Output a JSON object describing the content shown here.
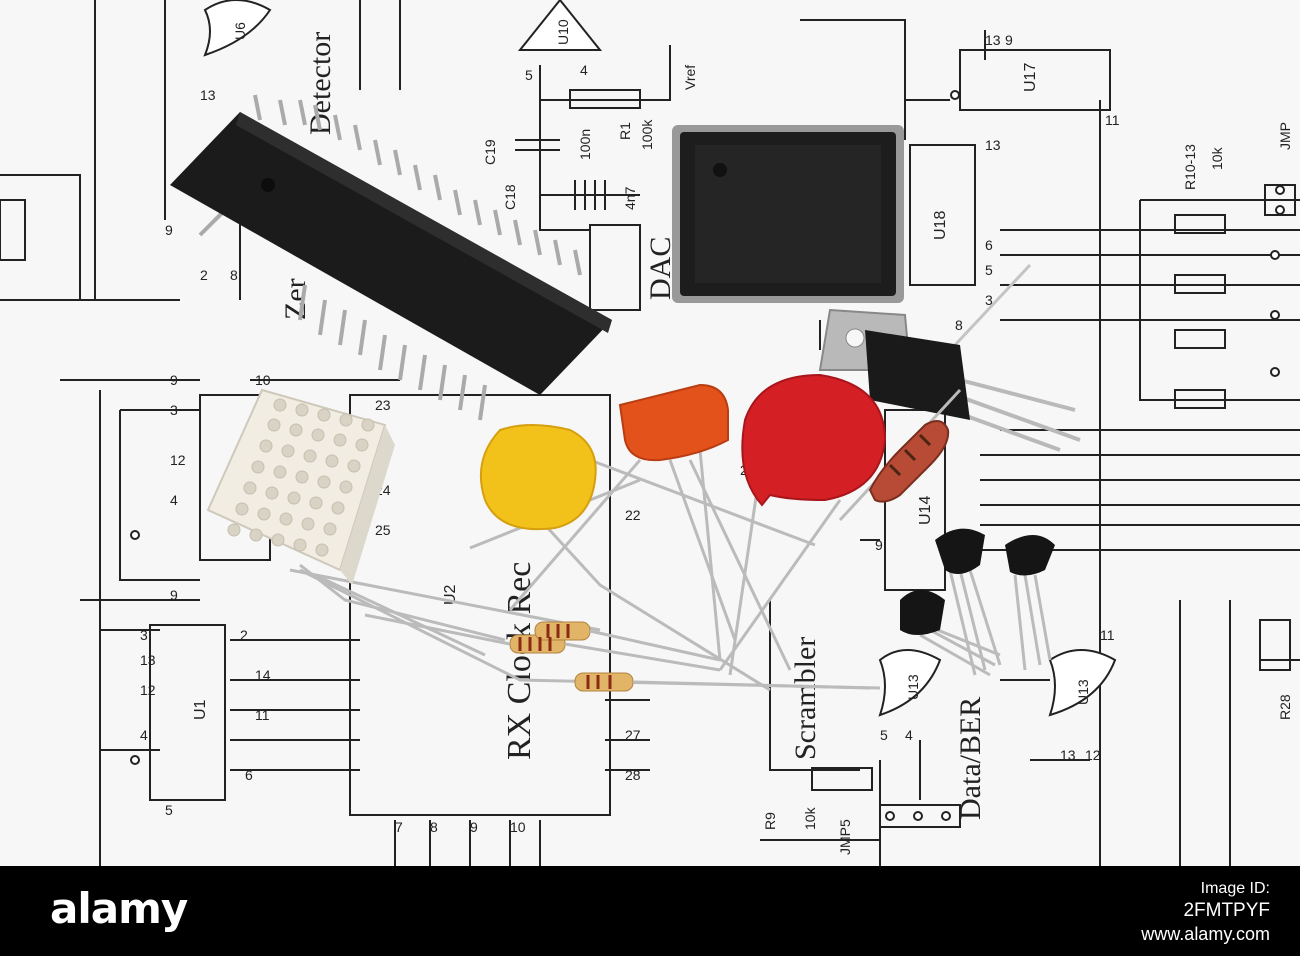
{
  "schematic_labels": {
    "zero_detector": "Zero Detector",
    "zer": "Zer",
    "detector": "Detector",
    "dac": "DAC",
    "rx_clock": "RX Clock Rec",
    "scrambler": "Scrambler",
    "data_ber": "Data/BER",
    "u2": "U2",
    "u1": "U1",
    "u6": "U6",
    "u10": "U10",
    "u13": "U13",
    "u14": "U14",
    "u17": "U17",
    "u18": "U18",
    "c18": "C18",
    "c19": "C19",
    "r1": "R1",
    "v100n": "100n",
    "v4n7": "4n7",
    "v100k": "100k",
    "vref": "Vref",
    "r9": "R9",
    "v10k": "10k",
    "jmp5": "JMP5",
    "r10_13": "R10-13",
    "r28": "R28",
    "jmp": "JMP"
  },
  "banner": {
    "brand": "alamy",
    "image_id_label": "Image ID:",
    "image_id": "2FMTPYF",
    "site": "www.alamy.com"
  },
  "colors": {
    "banner_bg": "#000000",
    "paper": "#f7f7f7",
    "ic_body": "#1b1b1b",
    "capacitor_yellow": "#f2c21b",
    "capacitor_orange": "#e4521c",
    "varistor_red": "#d41f25"
  }
}
